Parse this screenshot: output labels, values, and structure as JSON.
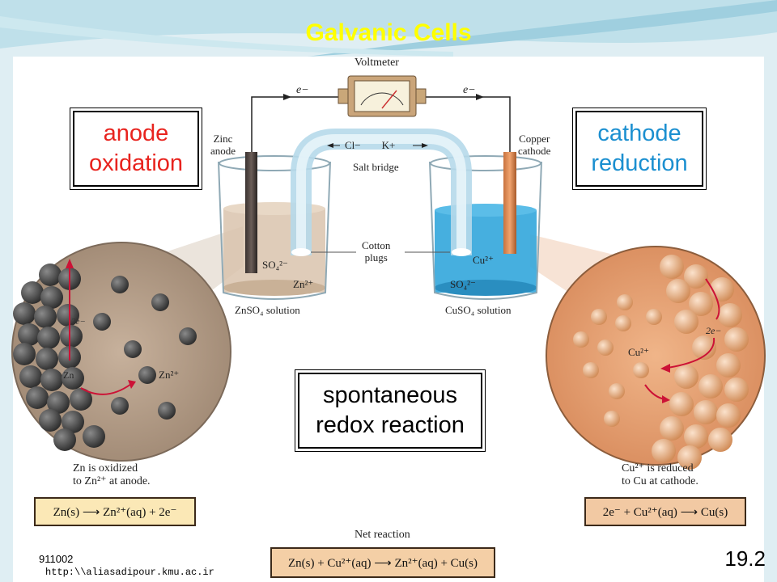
{
  "title": "Galvanic Cells",
  "labels": {
    "voltmeter": "Voltmeter",
    "electron_left": "e−",
    "electron_right": "e−",
    "zinc_anode": [
      "Zinc",
      "anode"
    ],
    "copper_cathode": [
      "Copper",
      "cathode"
    ],
    "ions_bridge": "Cl−        K+",
    "salt_bridge": "Salt bridge",
    "cotton_plugs": [
      "Cotton",
      "plugs"
    ],
    "so4_left": "SO₄²⁻",
    "zn2_left": "Zn²⁺",
    "cu2_right": "Cu²⁺",
    "so4_right": "SO₄²⁻",
    "znso4_solution": "ZnSO₄ solution",
    "cuso4_solution": "CuSO₄ solution",
    "zoom_left_2e": "2e−",
    "zoom_left_zn": "Zn",
    "zoom_left_zn2": "Zn²⁺",
    "zoom_right_cu2": "Cu²⁺",
    "zoom_right_2e": "2e−"
  },
  "anode_box": {
    "line1": "anode",
    "line2": "oxidation",
    "color": "#e8231e"
  },
  "cathode_box": {
    "line1": "cathode",
    "line2": "reduction",
    "color": "#1b8fd0"
  },
  "center_box": {
    "line1": "spontaneous",
    "line2": "redox reaction"
  },
  "left_caption": [
    "Zn is oxidized",
    "to Zn²⁺ at anode."
  ],
  "right_caption": [
    "Cu²⁺ is reduced",
    "to Cu at cathode."
  ],
  "left_equation": "Zn(s) ⟶ Zn²⁺(aq) + 2e⁻",
  "right_equation": "2e⁻ + Cu²⁺(aq) ⟶ Cu(s)",
  "net_reaction_label": "Net reaction",
  "net_equation": "Zn(s) + Cu²⁺(aq) ⟶ Zn²⁺(aq) + Cu(s)",
  "footer": {
    "date": "911002",
    "url": "http:\\\\aliasadipour.kmu.ac.ir",
    "page": "19.2"
  },
  "colors": {
    "eq_left_bg": "#fbe8b6",
    "eq_right_bg": "#f2c9a3",
    "eq_net_bg": "#f4cfa6",
    "title": "#ffff00"
  }
}
